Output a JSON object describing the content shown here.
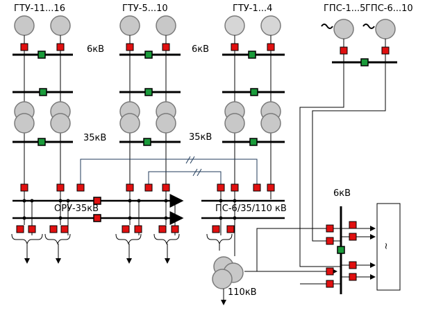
{
  "labels": {
    "gtu_11_16": "ГТУ-11...16",
    "gtu_5_10": "ГТУ-5...10",
    "gtu_1_4": "ГТУ-1...4",
    "gps_1_5": "ГПС-1...5",
    "gps_6_10": "ГПС-6...10",
    "kv6_left": "6кВ",
    "kv6_mid": "6кВ",
    "kv35_left": "35кВ",
    "kv35_mid": "35кВ",
    "oru35": "ОРУ-35кВ",
    "ps": "ПС-6/35/110 кВ",
    "kv6_right": "6кВ",
    "kv110": "110кВ"
  },
  "colors": {
    "breaker_closed": "#e01010",
    "breaker_open": "#1a9a3a",
    "generator_fill": "#c8c8c8",
    "line": "#000000",
    "link_line": "#1f3a5a"
  }
}
